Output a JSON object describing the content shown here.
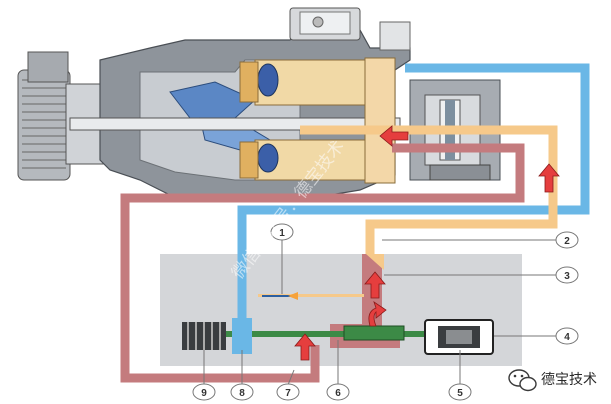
{
  "colors": {
    "background": "#ffffff",
    "housing": "#8e949b",
    "housing_light": "#c8ccd1",
    "low_pressure_blue": "#6ab7e6",
    "high_pressure_red": "#c47b7e",
    "crankcase_orange": "#f6c98a",
    "valve_panel": "#d4d6d9",
    "control_green": "#3c8a46",
    "arrow_red": "#e53e3e",
    "wobble_plate": "#5b87c5",
    "piston": "#f1d9a6"
  },
  "callouts": [
    {
      "number": "1"
    },
    {
      "number": "2"
    },
    {
      "number": "3"
    },
    {
      "number": "4"
    },
    {
      "number": "5"
    },
    {
      "number": "6"
    },
    {
      "number": "7"
    },
    {
      "number": "8"
    },
    {
      "number": "9"
    }
  ],
  "watermark": {
    "brand": "德宝技术",
    "icon": "wechat-bubble-icon",
    "diagonal_text": "微信公众号：德宝技术"
  }
}
